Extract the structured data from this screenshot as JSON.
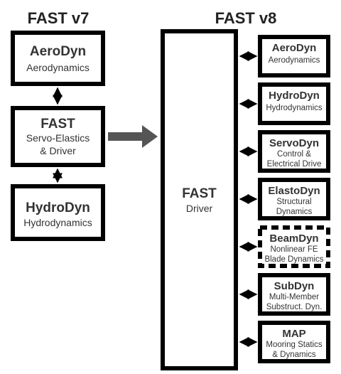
{
  "v7": {
    "title": "FAST v7",
    "modules": [
      {
        "name": "AeroDyn",
        "desc": [
          "Aerodynamics"
        ]
      },
      {
        "name": "FAST",
        "desc": [
          "Servo-Elastics",
          "& Driver"
        ]
      },
      {
        "name": "HydroDyn",
        "desc": [
          "Hydrodynamics"
        ]
      }
    ]
  },
  "v8": {
    "title": "FAST v8",
    "driver": {
      "name": "FAST",
      "desc": [
        "Driver"
      ]
    },
    "modules": [
      {
        "name": "AeroDyn",
        "desc": [
          "Aerodynamics"
        ],
        "dashed": false
      },
      {
        "name": "HydroDyn",
        "desc": [
          "Hydrodynamics"
        ],
        "dashed": false
      },
      {
        "name": "ServoDyn",
        "desc": [
          "Control &",
          "Electrical Drive"
        ],
        "dashed": false
      },
      {
        "name": "ElastoDyn",
        "desc": [
          "Structural",
          "Dynamics"
        ],
        "dashed": false
      },
      {
        "name": "BeamDyn",
        "desc": [
          "Nonlinear FE",
          "Blade Dynamics"
        ],
        "dashed": true
      },
      {
        "name": "SubDyn",
        "desc": [
          "Multi-Member",
          "Substruct. Dyn."
        ],
        "dashed": false
      },
      {
        "name": "MAP",
        "desc": [
          "Mooring Statics",
          "& Dynamics"
        ],
        "dashed": false
      }
    ]
  },
  "colors": {
    "arrow": "#555555",
    "stroke": "#000000",
    "text": "#333333"
  }
}
